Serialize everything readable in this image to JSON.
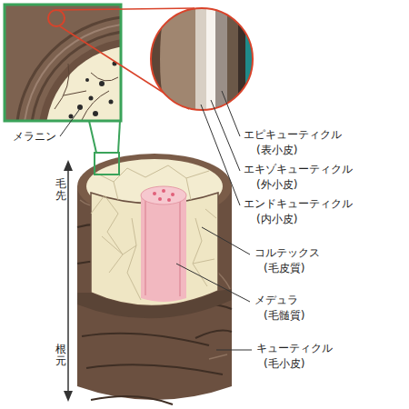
{
  "diagram": {
    "labels": [
      "メラニン",
      "毛先",
      "根元",
      "エピキューティクル",
      "(表小皮)",
      "エキゾキューティクル",
      "(外小皮)",
      "エンドキューティクル",
      "(内小皮)",
      "コルテックス",
      "(毛皮質)",
      "メデュラ",
      "(毛髄質)",
      "キューティクル",
      "(毛小皮)"
    ]
  }
}
